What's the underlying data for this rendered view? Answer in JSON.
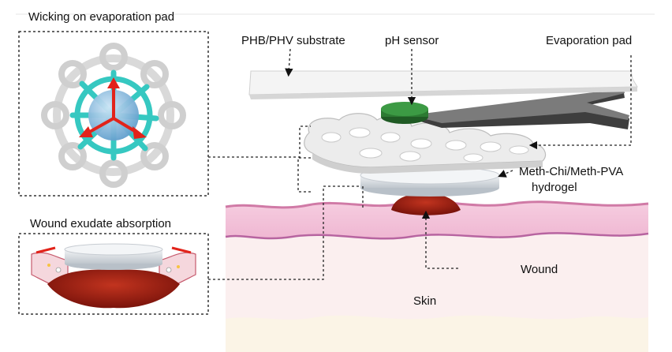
{
  "labels": {
    "wicking": "Wicking on evaporation pad",
    "exudate": "Wound exudate absorption",
    "substrate": "PHB/PHV substrate",
    "ph_sensor": "pH sensor",
    "evaporation_pad": "Evaporation pad",
    "hydrogel_line1": "Meth-Chi/Meth-PVA",
    "hydrogel_line2": "hydrogel",
    "wound": "Wound",
    "skin": "Skin"
  },
  "colors": {
    "skin_top": "#f3c3d8",
    "skin_edge": "#cf6aa0",
    "skin_body": "#fbeeee",
    "wound": "#9e1f12",
    "hydrogel": "#d9dde2",
    "sensor": "#2f7a34",
    "pad": "#505050",
    "wicking_fluid": "#35c9c2",
    "droplet": "#7fb6dd",
    "arrow": "#e2231a"
  }
}
